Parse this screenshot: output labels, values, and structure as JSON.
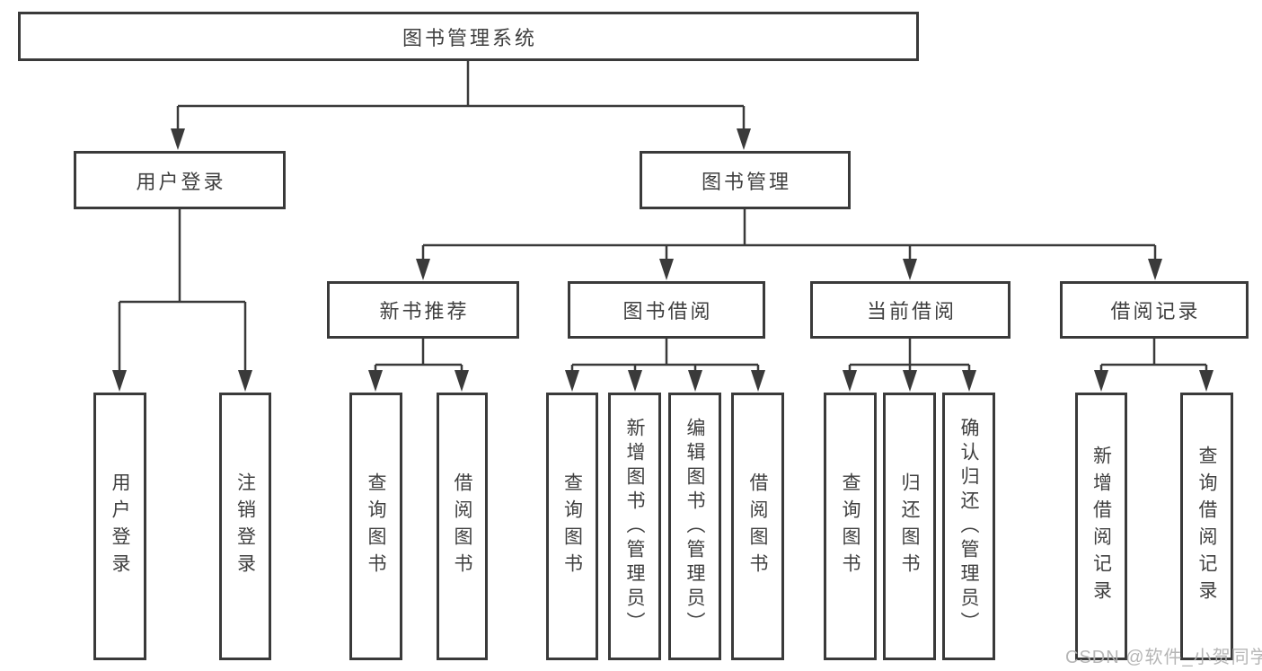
{
  "diagram": {
    "root": {
      "label": "图书管理系统"
    },
    "level2": [
      {
        "id": "user-login",
        "label": "用户登录"
      },
      {
        "id": "book-management",
        "label": "图书管理"
      }
    ],
    "level3": [
      {
        "id": "new-book-recommend",
        "label": "新书推荐"
      },
      {
        "id": "book-borrow",
        "label": "图书借阅"
      },
      {
        "id": "current-borrow",
        "label": "当前借阅"
      },
      {
        "id": "borrow-record",
        "label": "借阅记录"
      }
    ],
    "level4": {
      "user_login": [
        {
          "label": "用户登录"
        },
        {
          "label": "注销登录"
        }
      ],
      "new_book_recommend": [
        {
          "label": "查询图书"
        },
        {
          "label": "借阅图书"
        }
      ],
      "book_borrow": [
        {
          "label": "查询图书"
        },
        {
          "label": "新增图书（管理员）"
        },
        {
          "label": "编辑图书（管理员）"
        },
        {
          "label": "借阅图书"
        }
      ],
      "current_borrow": [
        {
          "label": "查询图书"
        },
        {
          "label": "归还图书"
        },
        {
          "label": "确认归还（管理员）"
        }
      ],
      "borrow_record": [
        {
          "label": "新增借阅记录"
        },
        {
          "label": "查询借阅记录"
        }
      ]
    }
  },
  "watermark": {
    "text": "CSDN @软件_小贺同学"
  },
  "colors": {
    "line": "#3a3a3a",
    "text": "#3f3f3f",
    "box_fill": "#ffffff",
    "watermark": "#b3b3b3"
  }
}
